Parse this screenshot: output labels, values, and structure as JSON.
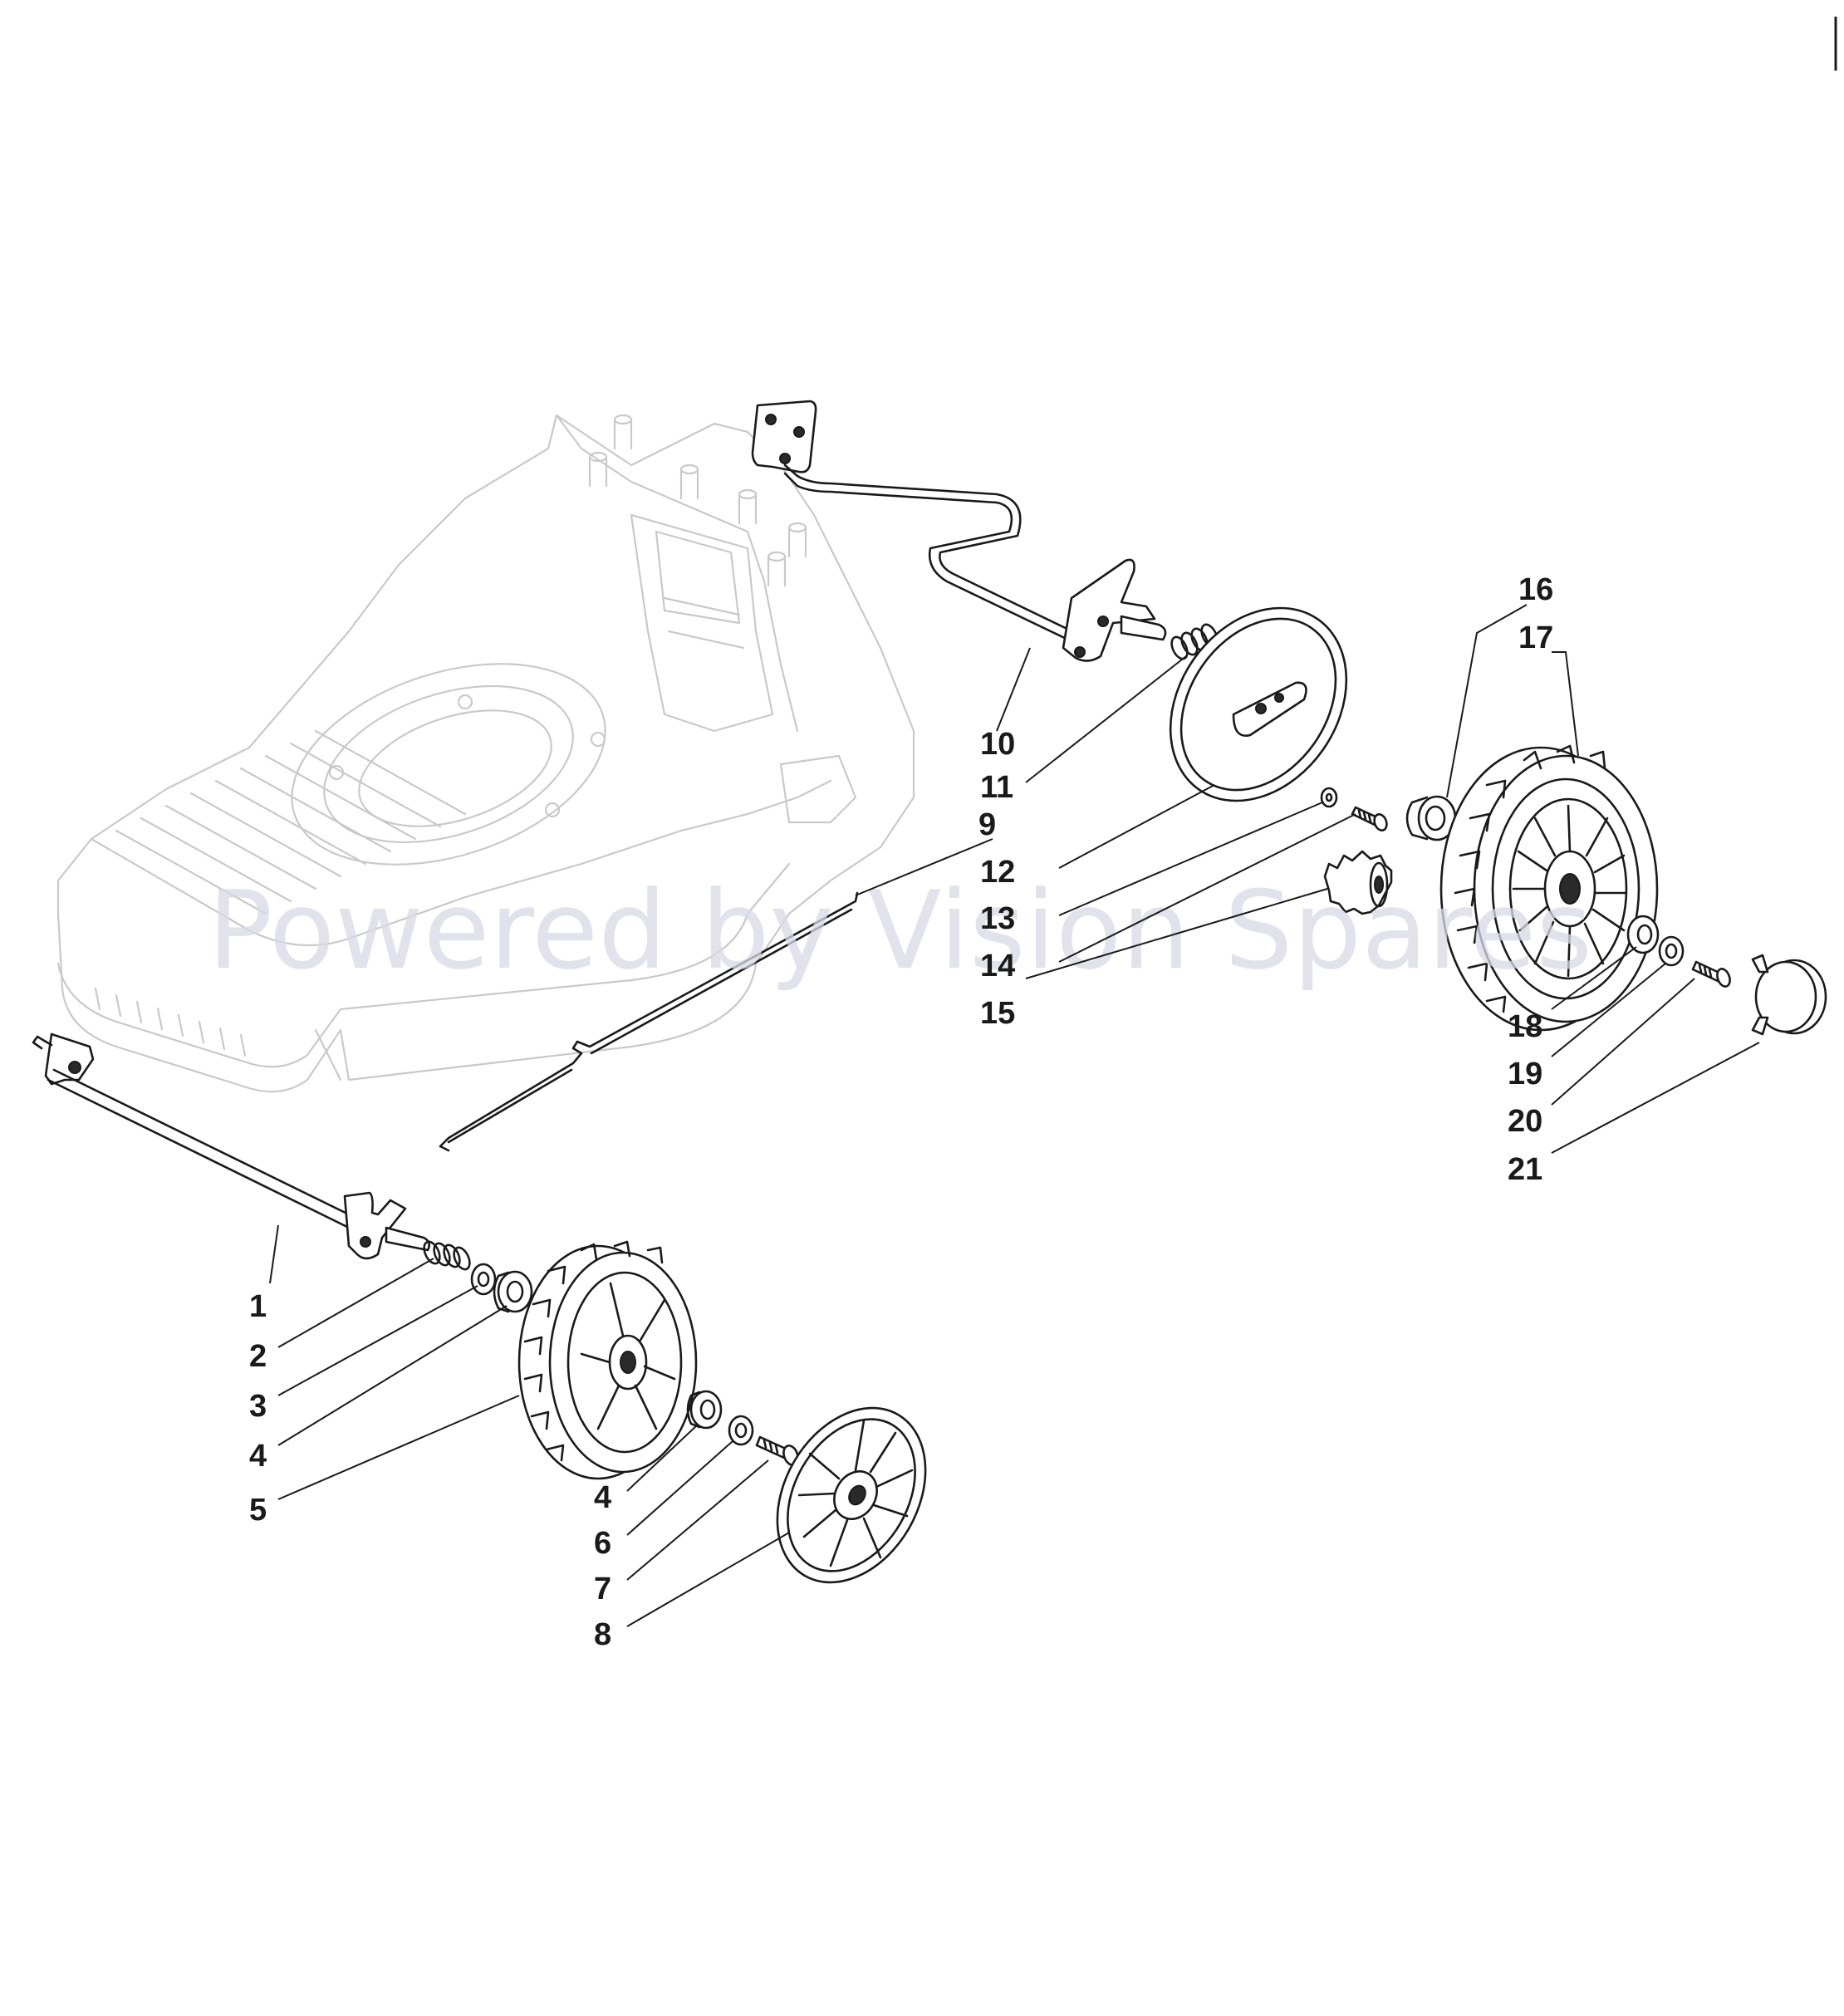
{
  "watermark": "Powered by Vision Spares",
  "callouts": [
    "1",
    "2",
    "3",
    "4",
    "5",
    "4",
    "6",
    "7",
    "8",
    "9",
    "10",
    "11",
    "12",
    "13",
    "14",
    "15",
    "16",
    "17",
    "18",
    "19",
    "20",
    "21"
  ],
  "colors": {
    "ink": "#1a1a1a",
    "deck": "#c9c9c9",
    "watermark": "#d9d9e6",
    "background": "#ffffff"
  }
}
